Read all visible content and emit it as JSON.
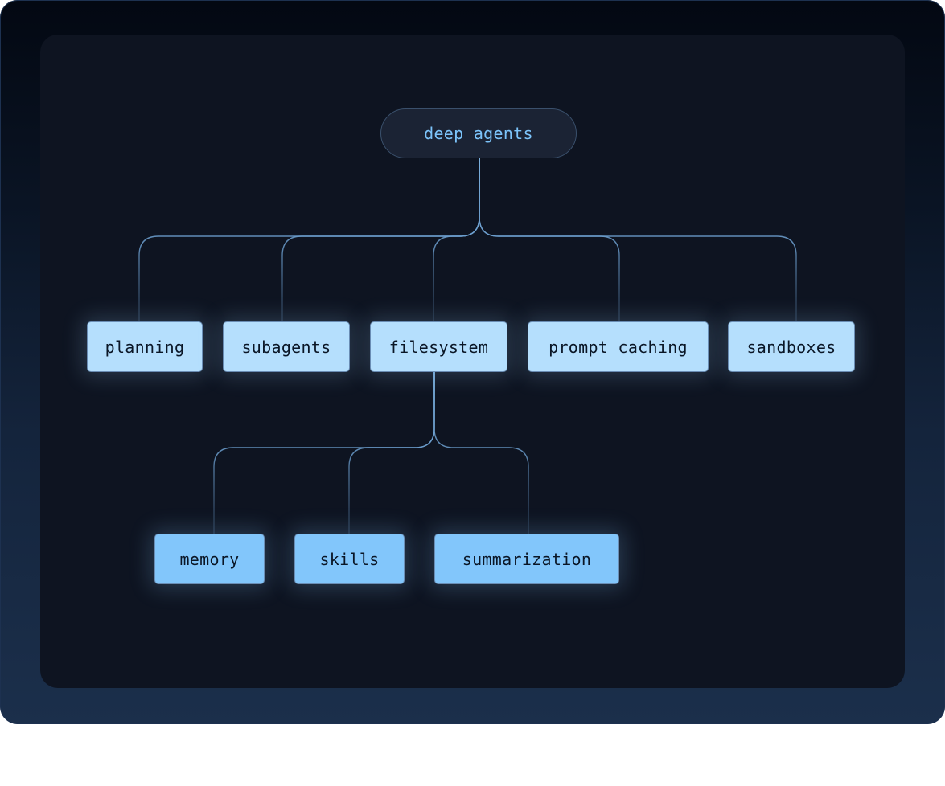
{
  "diagram": {
    "root": {
      "label": "deep agents"
    },
    "features": [
      {
        "label": "planning"
      },
      {
        "label": "subagents"
      },
      {
        "label": "filesystem"
      },
      {
        "label": "prompt caching"
      },
      {
        "label": "sandboxes"
      }
    ],
    "filesystem_children": [
      {
        "label": "memory"
      },
      {
        "label": "skills"
      },
      {
        "label": "summarization"
      }
    ],
    "edges": [
      {
        "from": "deep agents",
        "to": "planning"
      },
      {
        "from": "deep agents",
        "to": "subagents"
      },
      {
        "from": "deep agents",
        "to": "filesystem"
      },
      {
        "from": "deep agents",
        "to": "prompt caching"
      },
      {
        "from": "deep agents",
        "to": "sandboxes"
      },
      {
        "from": "filesystem",
        "to": "memory"
      },
      {
        "from": "filesystem",
        "to": "skills"
      },
      {
        "from": "filesystem",
        "to": "summarization"
      }
    ]
  },
  "colors": {
    "frame_top": "#030812",
    "frame_bottom": "#1b2f4b",
    "panel": "#0e1421",
    "root_text": "#7cc4fb",
    "root_fill": "#1b2334",
    "root_border": "#3a506c",
    "level1_fill": "#b5dffd",
    "level2_fill": "#82c6fb",
    "node_text": "#0a1626",
    "connector": "#7fb6e6"
  }
}
